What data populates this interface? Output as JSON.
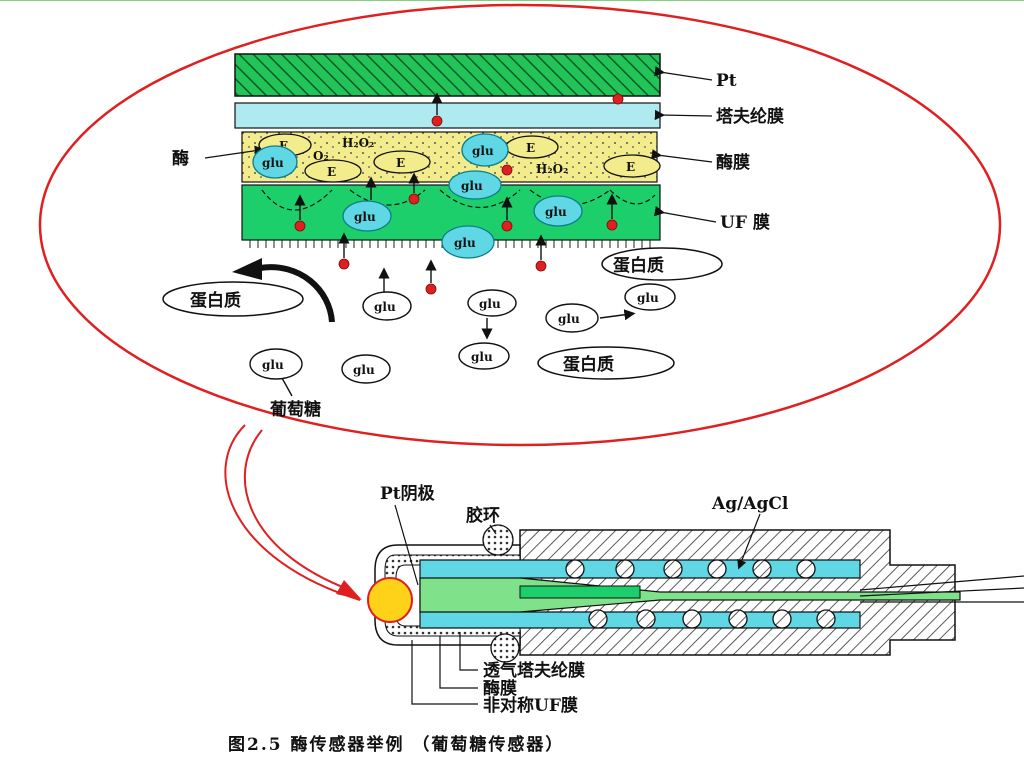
{
  "layers": {
    "pt": "Pt",
    "teflon": "塔夫纶膜",
    "enzyme_membrane": "酶膜",
    "uf": "UF 膜",
    "enzyme": "酶"
  },
  "molecules": {
    "E": "E",
    "glu": "glu",
    "o2": "O₂",
    "h2o2": "H₂O₂"
  },
  "proteins": {
    "left": "蛋白质",
    "right_top": "蛋白质",
    "bottom": "蛋白质"
  },
  "glucose_label": "葡萄糖",
  "sensor": {
    "pt_cathode": "Pt阴极",
    "rubber_ring": "胶环",
    "electrode": "Ag/AgCl",
    "gas_permeable_teflon": "透气塔夫纶膜",
    "enzyme_membrane": "酶膜",
    "asym_uf": "非对称UF膜"
  },
  "caption": "图2.5   酶传感器举例  （葡萄糖传感器）",
  "colors": {
    "green": "#1dcf6a",
    "cyan": "#5fd7e5",
    "yellow": "#f3ec8c",
    "red": "#e02020",
    "orange_dot": "#ffd21a"
  }
}
